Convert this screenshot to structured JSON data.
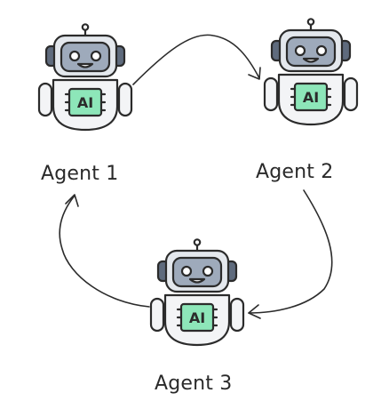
{
  "diagram": {
    "agents": [
      {
        "label": "Agent 1",
        "chip_text": "AI",
        "icon": "robot-icon"
      },
      {
        "label": "Agent 2",
        "chip_text": "AI",
        "icon": "robot-icon"
      },
      {
        "label": "Agent 3",
        "chip_text": "AI",
        "icon": "robot-icon"
      }
    ],
    "connections": [
      {
        "from": "Agent 1",
        "to": "Agent 2"
      },
      {
        "from": "Agent 2",
        "to": "Agent 3"
      },
      {
        "from": "Agent 3",
        "to": "Agent 1"
      }
    ],
    "colors": {
      "outline": "#2b2b2b",
      "head": "#e4e8ed",
      "body": "#f3f4f6",
      "ears": "#5f6b7d",
      "face": "#9eaabb",
      "chip": "#8de6b9"
    }
  }
}
